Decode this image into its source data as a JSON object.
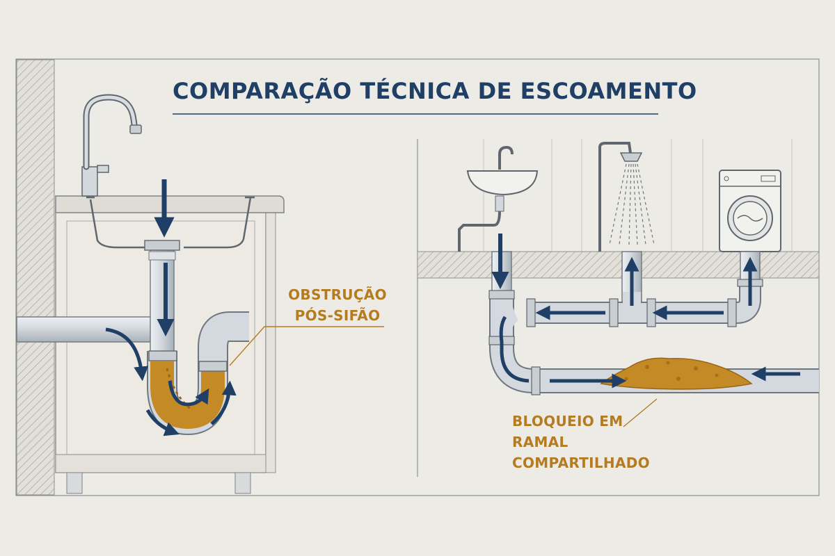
{
  "title": "COMPARAÇÃO TÉCNICA DE ESCOAMENTO",
  "callouts": {
    "left": [
      "OBSTRUÇÃO",
      "PÓS-SIFÃO"
    ],
    "right": [
      "BLOQUEIO EM",
      "RAMAL",
      "COMPARTILHADO"
    ]
  },
  "colors": {
    "background": "#ecebe5",
    "title": "#1f3f66",
    "flow_arrow": "#1f3f66",
    "blockage": "#c48a25",
    "callout": "#b57b21",
    "pipe": "#c8ced4",
    "outline": "#5f666d"
  },
  "icons": [
    "faucet-icon",
    "sink-icon",
    "washbasin-icon",
    "shower-icon",
    "washing-machine-icon",
    "flow-arrow-icon",
    "blockage-icon"
  ]
}
